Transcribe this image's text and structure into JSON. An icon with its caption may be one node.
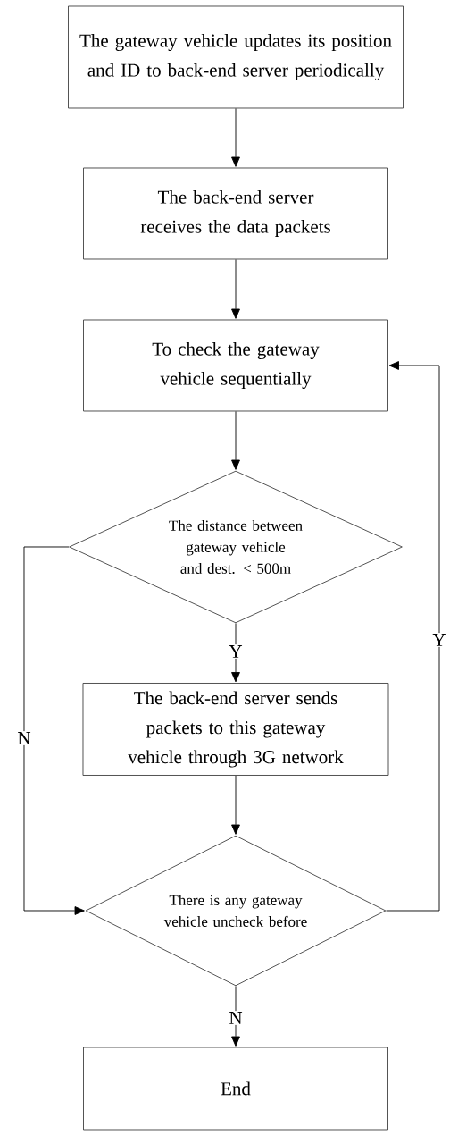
{
  "diagram": {
    "nodes": [
      {
        "text": [
          "The gateway vehicle updates its position and ID to back-end server periodically"
        ]
      },
      {
        "text": [
          "The back-end server receives the data packets"
        ]
      },
      {
        "text": [
          "To check the gateway vehicle sequentially"
        ]
      },
      {
        "text": [
          "The distance between gateway vehicle and dest. < 500m"
        ]
      },
      {
        "text": [
          "The back-end server sends packets to this gateway vehicle through 3G network"
        ]
      },
      {
        "text": [
          "There is any gateway vehicle uncheck before"
        ]
      },
      {
        "text": [
          "End"
        ]
      }
    ],
    "edges": [
      {
        "from": 0,
        "to": 1,
        "arrow": "to"
      },
      {
        "from": 1,
        "to": 2,
        "arrow": "to"
      },
      {
        "from": 2,
        "to": 3,
        "arrow": "to"
      },
      {
        "from": 3,
        "to": 4,
        "arrow": "to",
        "label": "Y"
      },
      {
        "from": 4,
        "to": 5,
        "arrow": "to"
      },
      {
        "from": 5,
        "to": 6,
        "arrow": "to",
        "label": "N"
      },
      {
        "from": 3,
        "to": 5,
        "arrow": "to",
        "label": "N"
      },
      {
        "from": 5,
        "to": 2,
        "arrow": "to",
        "label": "Y"
      }
    ]
  }
}
